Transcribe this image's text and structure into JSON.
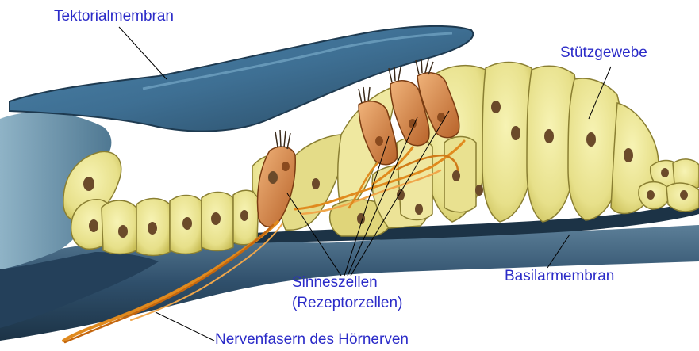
{
  "labels": {
    "tektorialmembran": "Tektorialmembran",
    "stuetzgewebe": "Stützgewebe",
    "sinneszellen": "Sinneszellen",
    "rezeptorzellen": "(Rezeptorzellen)",
    "basilarmembran": "Basilarmembran",
    "nervenfasern": "Nervenfasern des Hörnerven"
  },
  "colors": {
    "label_text": "#2b2bc8",
    "tectorial_membrane": "#3e6f93",
    "tissue_blue": "#2f4f6b",
    "support_cells": "#e7e08a",
    "support_cells_shadow": "#c9be56",
    "hair_cells": "#d98a45",
    "nerve_fibers": "#e08a1e",
    "cell_nuclei": "#6b4a2a",
    "leader_lines": "#000000"
  }
}
